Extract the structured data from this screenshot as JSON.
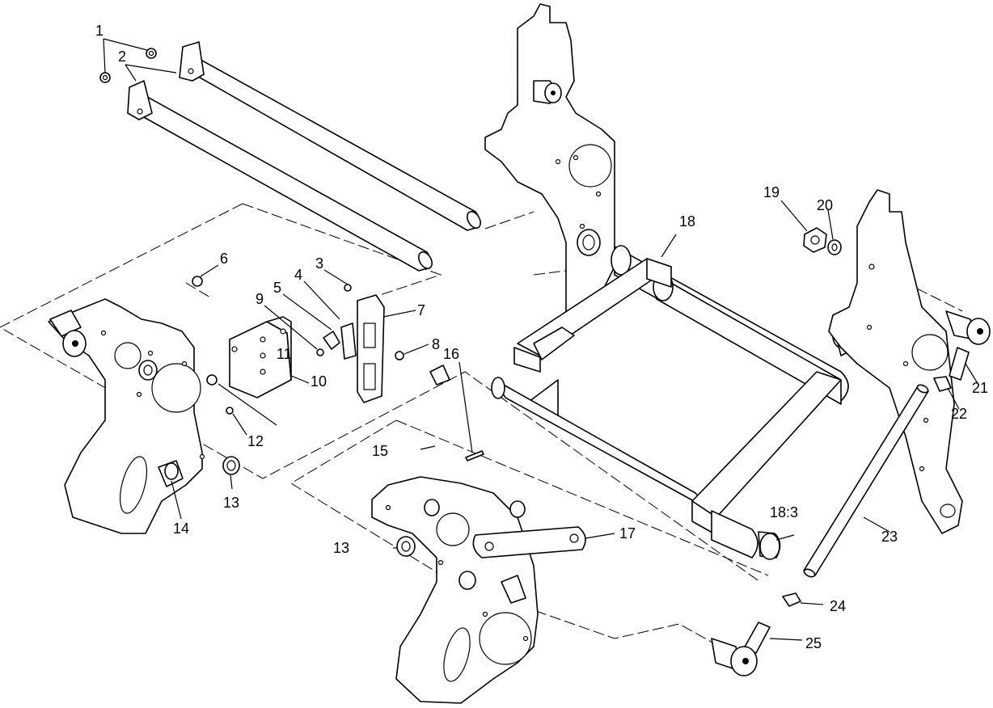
{
  "callouts": [
    {
      "id": "c1",
      "label": "1"
    },
    {
      "id": "c2",
      "label": "2"
    },
    {
      "id": "c3",
      "label": "3"
    },
    {
      "id": "c4",
      "label": "4"
    },
    {
      "id": "c5",
      "label": "5"
    },
    {
      "id": "c6",
      "label": "6"
    },
    {
      "id": "c7",
      "label": "7"
    },
    {
      "id": "c8",
      "label": "8"
    },
    {
      "id": "c9",
      "label": "9"
    },
    {
      "id": "c10",
      "label": "10"
    },
    {
      "id": "c11",
      "label": "11"
    },
    {
      "id": "c12",
      "label": "12"
    },
    {
      "id": "c13a",
      "label": "13"
    },
    {
      "id": "c13b",
      "label": "13"
    },
    {
      "id": "c14",
      "label": "14"
    },
    {
      "id": "c15",
      "label": "15"
    },
    {
      "id": "c16",
      "label": "16"
    },
    {
      "id": "c17",
      "label": "17"
    },
    {
      "id": "c18",
      "label": "18"
    },
    {
      "id": "c18_3",
      "label": "18:3"
    },
    {
      "id": "c19",
      "label": "19"
    },
    {
      "id": "c20",
      "label": "20"
    },
    {
      "id": "c21",
      "label": "21"
    },
    {
      "id": "c22",
      "label": "22"
    },
    {
      "id": "c23",
      "label": "23"
    },
    {
      "id": "c24",
      "label": "24"
    },
    {
      "id": "c25",
      "label": "25"
    }
  ]
}
